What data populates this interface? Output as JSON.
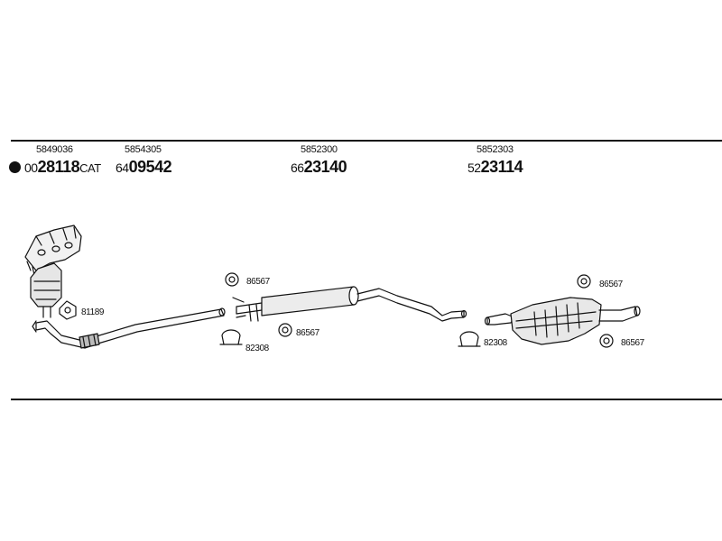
{
  "groups": [
    {
      "oe": "5849036",
      "prefix": "00",
      "main": "28118",
      "suffix": "CAT",
      "marker": "filled-circle"
    },
    {
      "oe": "5854305",
      "prefix": "64",
      "main": "09542",
      "suffix": ""
    },
    {
      "oe": "5852300",
      "prefix": "66",
      "main": "23140",
      "suffix": ""
    },
    {
      "oe": "5852303",
      "prefix": "52",
      "main": "23114",
      "suffix": ""
    }
  ],
  "accessories": {
    "gasket_front": "81189",
    "rubber_mount_1": "86567",
    "rubber_mount_2": "86567",
    "clamp_1": "82308",
    "clamp_2": "82308",
    "rubber_mount_3": "86567",
    "rubber_mount_4": "86567"
  }
}
